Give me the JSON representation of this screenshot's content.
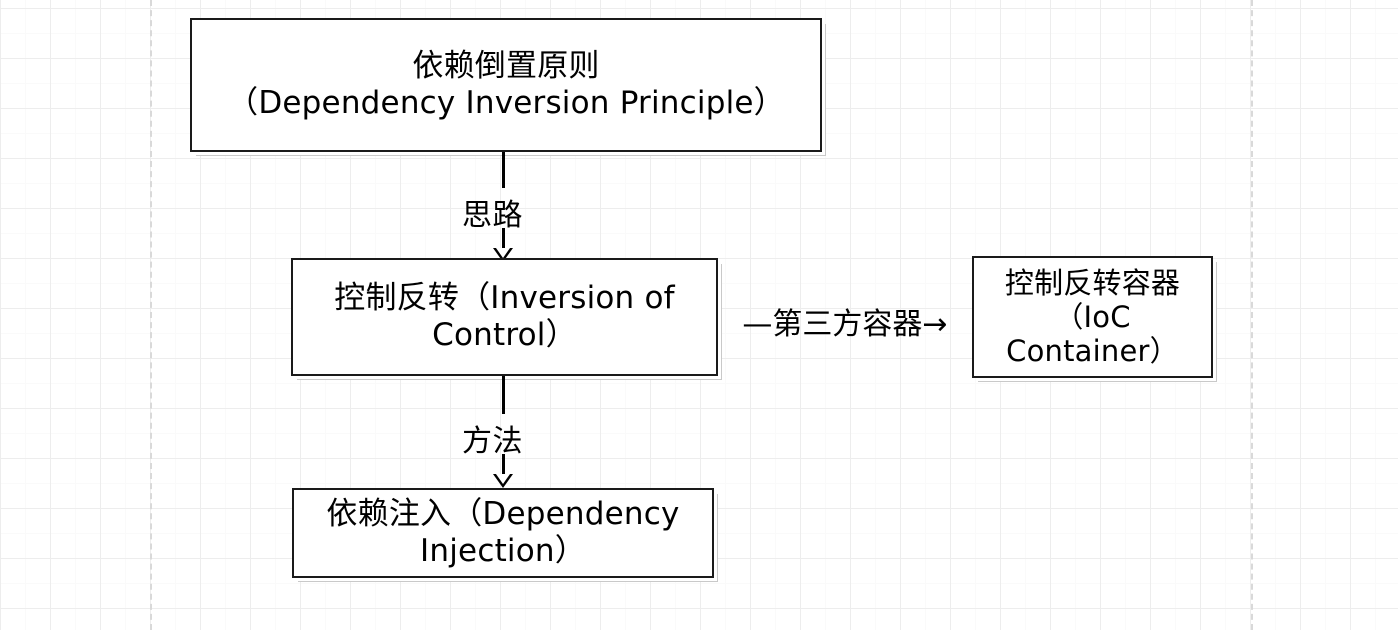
{
  "diagram": {
    "title": "Dependency Inversion Principle flow diagram",
    "background": {
      "grid": "graph-paper",
      "minor_color": "#fafafa",
      "major_color": "#ededed",
      "guide_color": "#d9d9d9"
    },
    "nodes": [
      {
        "id": "dip",
        "label": "依赖倒置原则\n（Dependency Inversion Principle）",
        "line1": "依赖倒置原则",
        "line2": "（Dependency Inversion Principle）"
      },
      {
        "id": "ioc",
        "label": "控制反转（Inversion of Control）",
        "line1": "控制反转（Inversion of",
        "line2": "Control）"
      },
      {
        "id": "di",
        "label": "依赖注入（Dependency Injection）",
        "line1": "依赖注入（Dependency",
        "line2": "Injection）"
      },
      {
        "id": "ioc_container",
        "label": "控制反转容器（IoC Container）",
        "line1": "控制反转容器",
        "line2": "（IoC",
        "line3": "Container）"
      }
    ],
    "edges": [
      {
        "id": "dip_to_ioc",
        "label": "思路",
        "from": "dip",
        "to": "ioc",
        "direction": "down",
        "arrowhead": "hollow-triangle"
      },
      {
        "id": "ioc_to_di",
        "label": "方法",
        "from": "ioc",
        "to": "di",
        "direction": "down",
        "arrowhead": "hollow-triangle"
      },
      {
        "id": "ioc_to_container",
        "label": "—第三方容器→",
        "text": "第三方容器",
        "from": "ioc",
        "to": "ioc_container",
        "direction": "right",
        "arrowhead": "filled-triangle"
      }
    ],
    "colors": {
      "node_border": "#1a1a1a",
      "node_fill": "#ffffff",
      "node_shadow": "#c9c9c9",
      "text": "#000000",
      "connector": "#000000"
    }
  }
}
